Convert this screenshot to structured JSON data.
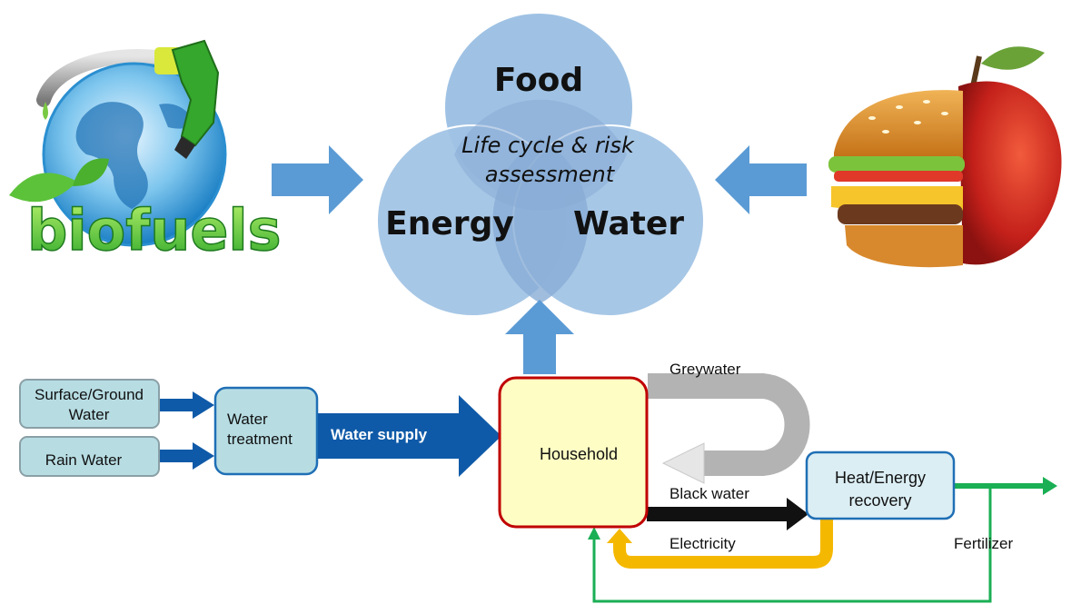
{
  "venn": {
    "food": "Food",
    "energy": "Energy",
    "water": "Water",
    "center_line1": "Life cycle & risk",
    "center_line2": "assessment"
  },
  "logo": {
    "biofuels": "biofuels"
  },
  "boxes": {
    "surface_line1": "Surface/Ground",
    "surface_line2": "Water",
    "rain": "Rain Water",
    "treatment_line1": "Water",
    "treatment_line2": "treatment",
    "household": "Household",
    "heat_line1": "Heat/Energy",
    "heat_line2": "recovery"
  },
  "flows": {
    "water_supply": "Water supply",
    "greywater": "Greywater",
    "black_water": "Black water",
    "electricity": "Electricity",
    "fertilizer": "Fertilizer"
  },
  "colors": {
    "venn_fill": "#9fc2e4",
    "venn_overlap": "#88acd6",
    "side_arrow": "#5b9bd5",
    "blue_flow": "#0f5aa8",
    "source_box": "#b7dde3",
    "household_fill": "#fefec4",
    "household_border": "#c00000",
    "heat_fill": "#dbeef4",
    "heat_border": "#1f6fb5",
    "grey_flow": "#b3b3b3",
    "black_flow": "#111111",
    "yellow_flow": "#f5b800",
    "green_flow": "#1aaf54"
  }
}
